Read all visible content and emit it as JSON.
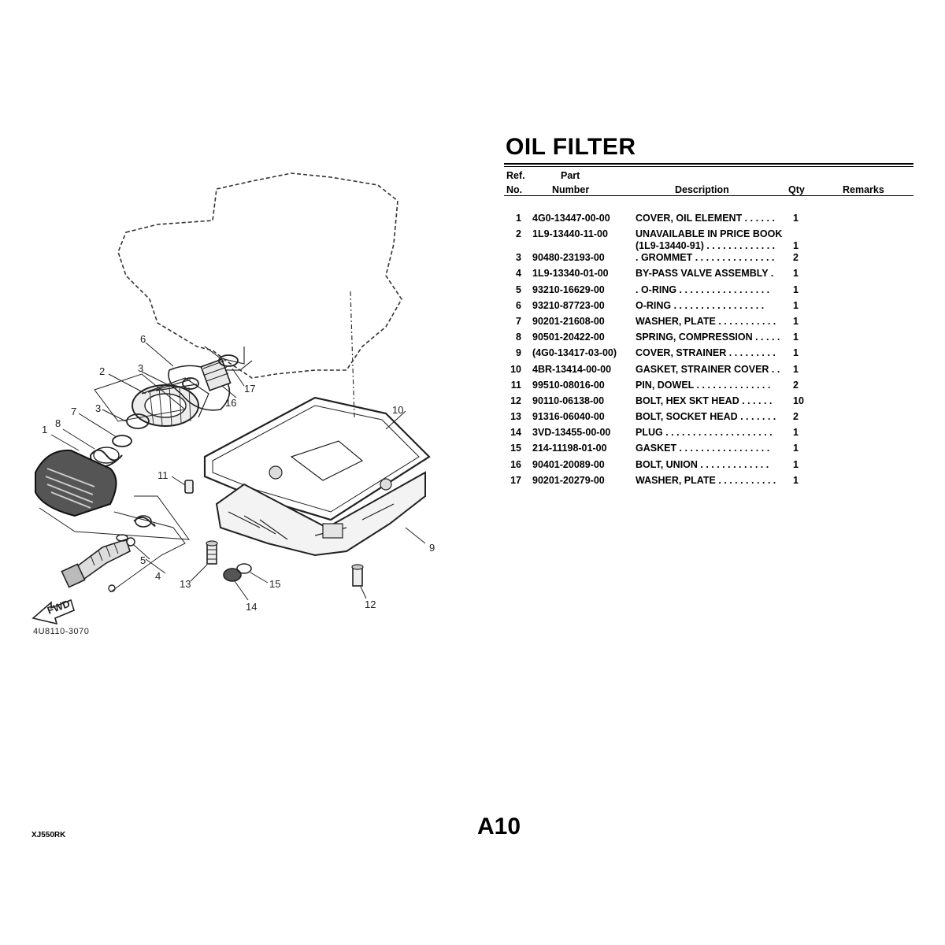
{
  "page": {
    "title": "OIL FILTER",
    "model": "XJ550RK",
    "page_number": "A10"
  },
  "table_header": {
    "ref_line1": "Ref.",
    "ref_line2": "No.",
    "part_line1": "Part",
    "part_line2": "Number",
    "description": "Description",
    "qty": "Qty",
    "remarks": "Remarks"
  },
  "parts": [
    {
      "ref": "1",
      "part": "4G0-13447-00-00",
      "desc": "COVER, OIL ELEMENT . . . . . .",
      "desc2": "",
      "qty": "1"
    },
    {
      "ref": "2",
      "part": "1L9-13440-11-00",
      "desc": "UNAVAILABLE IN PRICE BOOK",
      "desc2": "(1L9-13440-91) . . . . . . . . . . . . .",
      "qty": "1"
    },
    {
      "ref": "3",
      "part": "90480-23193-00",
      "desc": ". GROMMET . . . . . . . . . . . . . . .",
      "desc2": "",
      "qty": "2"
    },
    {
      "ref": "4",
      "part": "1L9-13340-01-00",
      "desc": "BY-PASS VALVE ASSEMBLY .",
      "desc2": "",
      "qty": "1"
    },
    {
      "ref": "5",
      "part": "93210-16629-00",
      "desc": ". O-RING . . . . . . . . . . . . . . . . .",
      "desc2": "",
      "qty": "1"
    },
    {
      "ref": "6",
      "part": "93210-87723-00",
      "desc": "O-RING . . . . . . . . . . . . . . . . .",
      "desc2": "",
      "qty": "1"
    },
    {
      "ref": "7",
      "part": "90201-21608-00",
      "desc": "WASHER, PLATE . . . . . . . . . . .",
      "desc2": "",
      "qty": "1"
    },
    {
      "ref": "8",
      "part": "90501-20422-00",
      "desc": "SPRING, COMPRESSION . . . . .",
      "desc2": "",
      "qty": "1"
    },
    {
      "ref": "9",
      "part": "(4G0-13417-03-00)",
      "desc": "COVER, STRAINER . . . . . . . . .",
      "desc2": "",
      "qty": "1"
    },
    {
      "ref": "10",
      "part": "4BR-13414-00-00",
      "desc": "GASKET, STRAINER COVER . .",
      "desc2": "",
      "qty": "1"
    },
    {
      "ref": "11",
      "part": "99510-08016-00",
      "desc": "PIN, DOWEL . . . . . . . . . . . . . .",
      "desc2": "",
      "qty": "2"
    },
    {
      "ref": "12",
      "part": "90110-06138-00",
      "desc": "BOLT, HEX SKT HEAD . . . . . .",
      "desc2": "",
      "qty": "10"
    },
    {
      "ref": "13",
      "part": "91316-06040-00",
      "desc": "BOLT, SOCKET HEAD . . . . . . .",
      "desc2": "",
      "qty": "2"
    },
    {
      "ref": "14",
      "part": "3VD-13455-00-00",
      "desc": "PLUG . . . . . . . . . . . . . . . . . . . .",
      "desc2": "",
      "qty": "1"
    },
    {
      "ref": "15",
      "part": "214-11198-01-00",
      "desc": "GASKET . . . . . . . . . . . . . . . . .",
      "desc2": "",
      "qty": "1"
    },
    {
      "ref": "16",
      "part": "90401-20089-00",
      "desc": "BOLT, UNION . . . . . . . . . . . . .",
      "desc2": "",
      "qty": "1"
    },
    {
      "ref": "17",
      "part": "90201-20279-00",
      "desc": "WASHER, PLATE . . . . . . . . . . .",
      "desc2": "",
      "qty": "1"
    }
  ],
  "diagram": {
    "callouts": [
      "1",
      "2",
      "3",
      "3",
      "4",
      "5",
      "6",
      "7",
      "8",
      "9",
      "10",
      "11",
      "12",
      "13",
      "14",
      "15",
      "16",
      "17"
    ],
    "drawing_code": "4U8110-3070",
    "front_label": "FWD"
  }
}
